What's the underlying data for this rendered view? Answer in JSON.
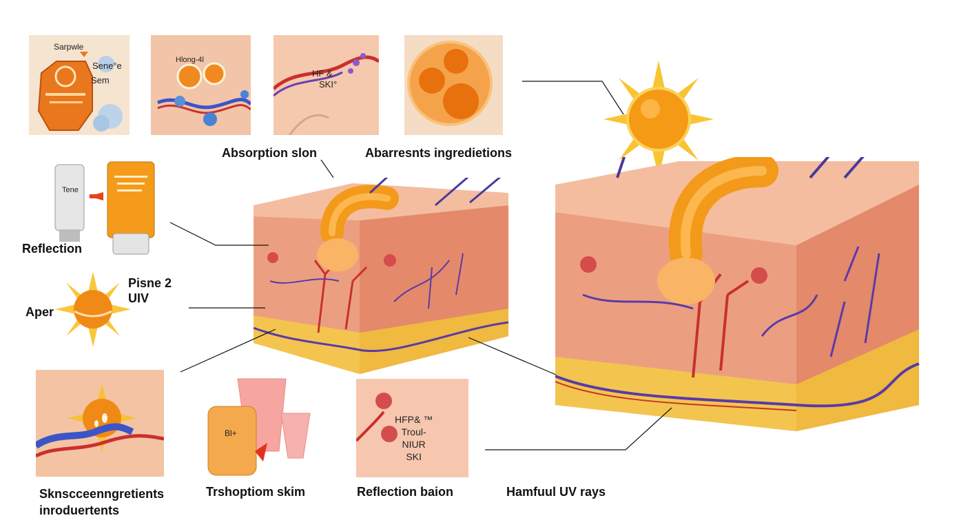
{
  "labels": {
    "absorption": "Absorption slon",
    "abarresnts": "Abarresnts ingredietions",
    "reflection": "Reflection",
    "aper": "Aper",
    "pisne": "Pisne 2\nUIV",
    "sknscreen": "Sknscceenngretients\ninroduertents",
    "trshoptiom": "Trshoptiom skim",
    "reflection_baion": "Reflection baion",
    "harmful_uv": "Hamfuul UV rays"
  },
  "panel_text": {
    "p1_sarpwle": "Sarpwle",
    "p1_senee": "Sene°e",
    "p1_sem": "Sem",
    "p2_hlong": "Hlong-4l",
    "p3_hf": "HF &",
    "p3_ski": "SKI°",
    "tube_left": "Tene",
    "bottle_bl": "Bl+",
    "refl_text": "HFP& ™\nTroul-\nNIUR\nSKI"
  },
  "colors": {
    "skin_top": "#f2b79a",
    "skin_side": "#e89a7a",
    "fat": "#f3c54e",
    "capsule": "#f39a1a",
    "sun": "#f7a21b",
    "uv_ray": "#4a3a9c",
    "vessel_red": "#c9302c",
    "vessel_blue": "#3a55c8"
  }
}
